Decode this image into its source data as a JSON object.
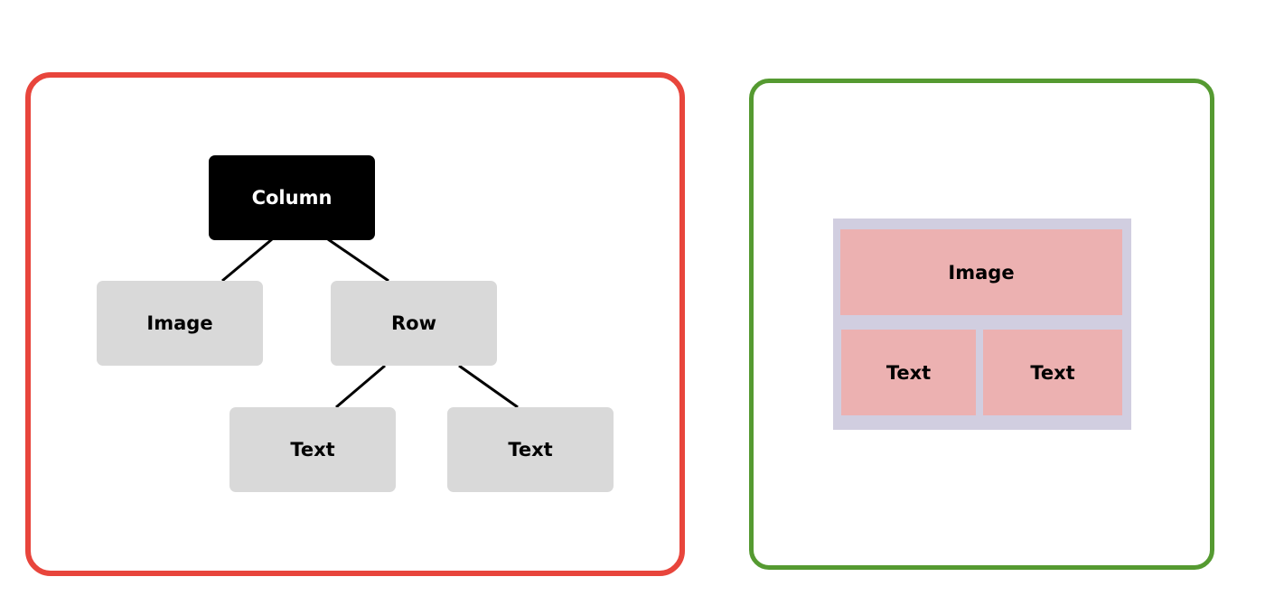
{
  "tree": {
    "root": {
      "label": "Column"
    },
    "children": [
      {
        "label": "Image"
      },
      {
        "label": "Row",
        "children": [
          {
            "label": "Text"
          },
          {
            "label": "Text"
          }
        ]
      }
    ]
  },
  "layout": {
    "image_label": "Image",
    "text_labels": [
      "Text",
      "Text"
    ]
  },
  "colors": {
    "tree_border": "#e8453c",
    "layout_border": "#559a31",
    "root_fill": "#000000",
    "node_fill": "#d9d9d9",
    "layout_frame": "#d1cee0",
    "layout_cell": "#ecb1b1"
  }
}
